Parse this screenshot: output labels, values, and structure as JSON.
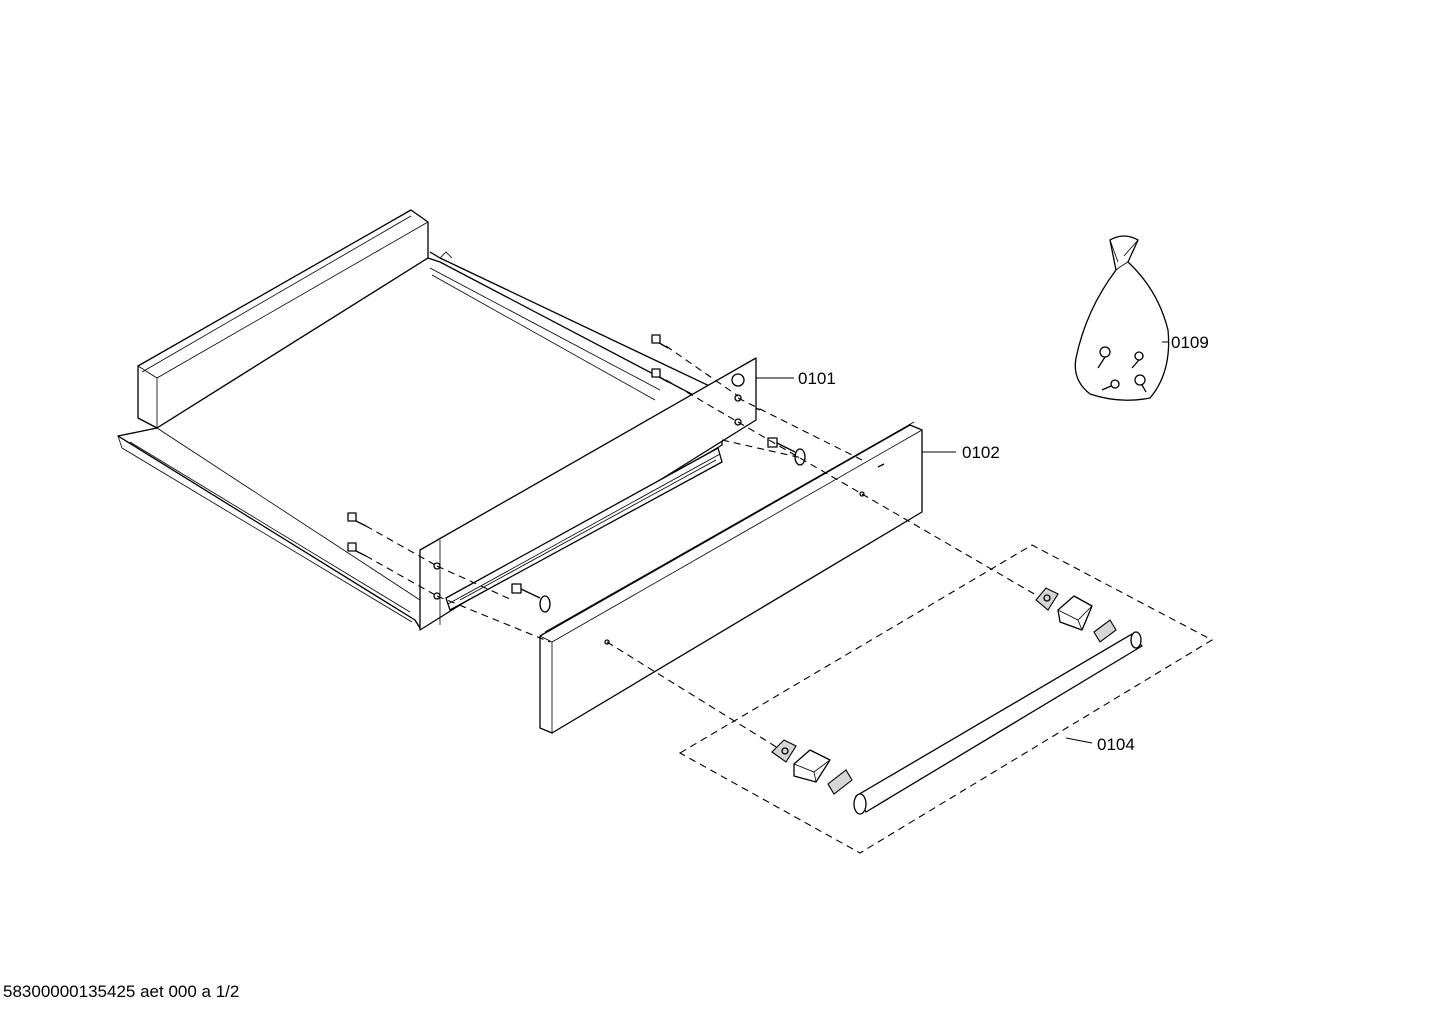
{
  "parts": [
    {
      "id": "0101",
      "label": "0101"
    },
    {
      "id": "0102",
      "label": "0102"
    },
    {
      "id": "0104",
      "label": "0104"
    },
    {
      "id": "0109",
      "label": "0109"
    }
  ],
  "footer": {
    "drawing_code": "58300000135425 aet 000 a 1/2"
  }
}
